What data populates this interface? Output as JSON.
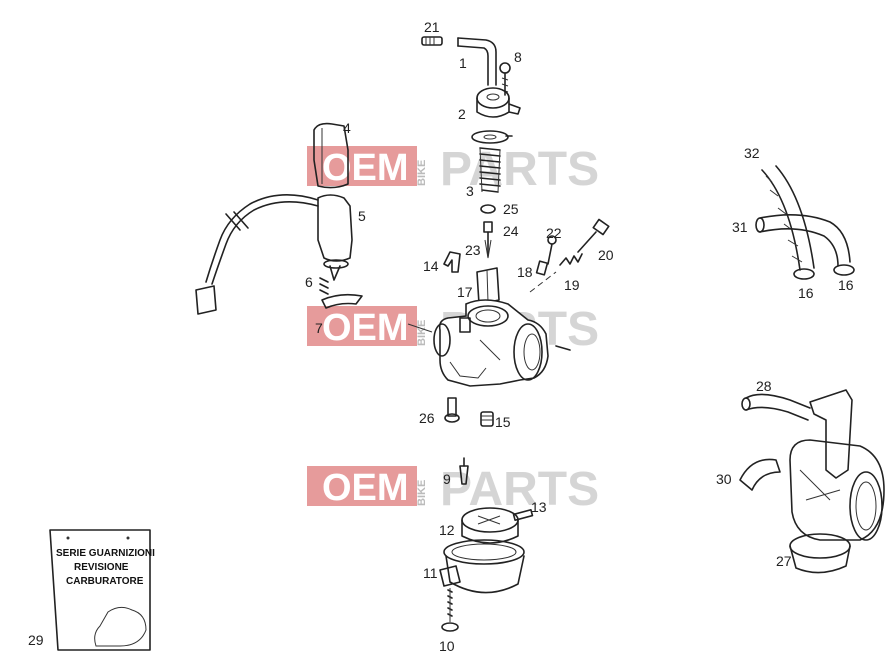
{
  "watermark": {
    "oem": "OEM",
    "bike": "BIKE",
    "parts": "PARTS",
    "oem_color": "#e8a0a0",
    "box_color": "#e06b6b"
  },
  "kit": {
    "line1": "SERIE GUARNIZIONI",
    "line2": "REVISIONE",
    "line3": "CARBURATORE",
    "ref": "29"
  },
  "labels": {
    "p1": "1",
    "p2": "2",
    "p3": "3",
    "p4": "4",
    "p5": "5",
    "p6": "6",
    "p7": "7",
    "p8": "8",
    "p9": "9",
    "p10": "10",
    "p11": "11",
    "p12": "12",
    "p13": "13",
    "p14": "14",
    "p15": "15",
    "p16a": "16",
    "p16b": "16",
    "p17": "17",
    "p18": "18",
    "p19": "19",
    "p20": "20",
    "p21": "21",
    "p22": "22",
    "p23": "23",
    "p24": "24",
    "p25": "25",
    "p26": "26",
    "p27": "27",
    "p28": "28",
    "p30": "30",
    "p31": "31",
    "p32": "32"
  }
}
